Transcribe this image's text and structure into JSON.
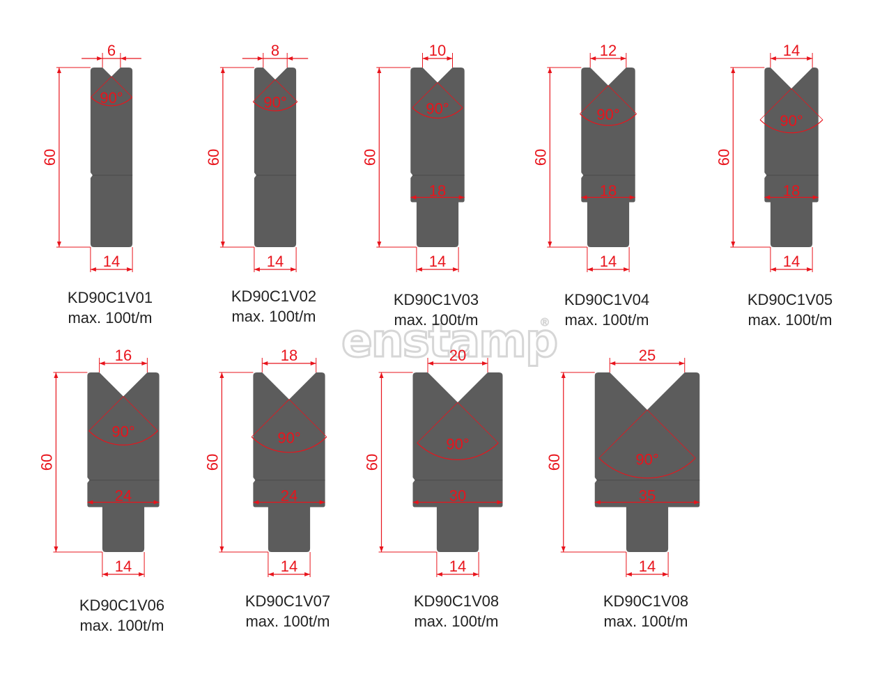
{
  "colors": {
    "die_body": "#5c5c5c",
    "dimension": "#e8141c",
    "label": "#222222",
    "watermark": "#d6d6d6"
  },
  "watermark": {
    "text": "enstamp",
    "mark": "®"
  },
  "units_suffix_angle": "°",
  "dies": [
    {
      "name": "KD90C1V01",
      "load": "max. 100t/m",
      "v_opening": 6,
      "angle": 90,
      "height": 60,
      "body_width": 14,
      "tang_width": 14,
      "row": 0
    },
    {
      "name": "KD90C1V02",
      "load": "max. 100t/m",
      "v_opening": 8,
      "angle": 90,
      "height": 60,
      "body_width": 14,
      "tang_width": 14,
      "row": 0
    },
    {
      "name": "KD90C1V03",
      "load": "max. 100t/m",
      "v_opening": 10,
      "angle": 90,
      "height": 60,
      "body_width": 18,
      "tang_width": 14,
      "row": 0
    },
    {
      "name": "KD90C1V04",
      "load": "max. 100t/m",
      "v_opening": 12,
      "angle": 90,
      "height": 60,
      "body_width": 18,
      "tang_width": 14,
      "row": 0
    },
    {
      "name": "KD90C1V05",
      "load": "max. 100t/m",
      "v_opening": 14,
      "angle": 90,
      "height": 60,
      "body_width": 18,
      "tang_width": 14,
      "row": 0
    },
    {
      "name": "KD90C1V06",
      "load": "max. 100t/m",
      "v_opening": 16,
      "angle": 90,
      "height": 60,
      "body_width": 24,
      "tang_width": 14,
      "row": 1
    },
    {
      "name": "KD90C1V07",
      "load": "max. 100t/m",
      "v_opening": 18,
      "angle": 90,
      "height": 60,
      "body_width": 24,
      "tang_width": 14,
      "row": 1
    },
    {
      "name": "KD90C1V08",
      "load": "max. 100t/m",
      "v_opening": 20,
      "angle": 90,
      "height": 60,
      "body_width": 30,
      "tang_width": 14,
      "row": 1
    },
    {
      "name": "KD90C1V08",
      "load": "max. 100t/m",
      "v_opening": 25,
      "angle": 90,
      "height": 60,
      "body_width": 35,
      "tang_width": 14,
      "row": 1
    }
  ]
}
